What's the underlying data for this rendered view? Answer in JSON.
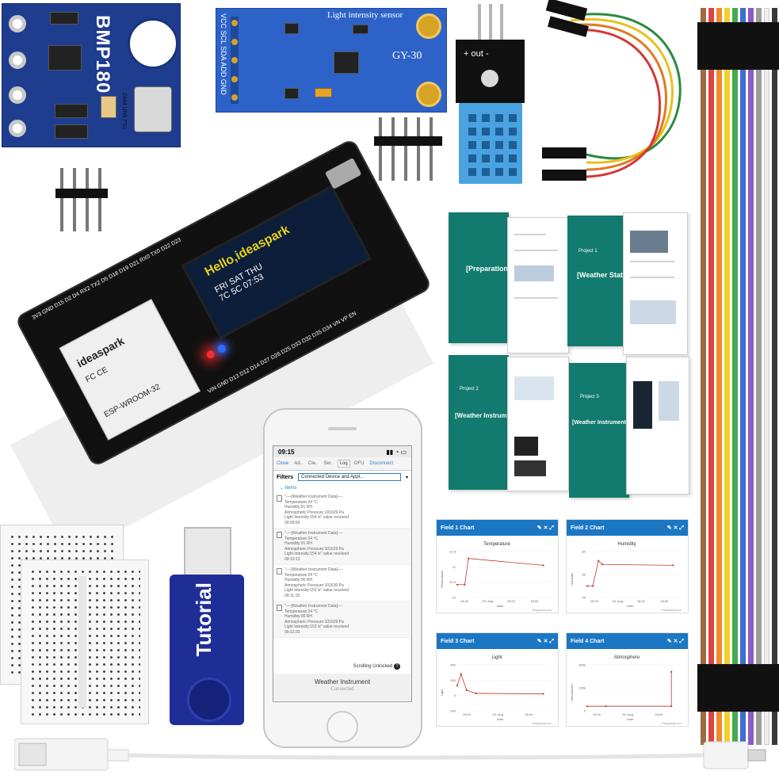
{
  "bmp180": {
    "label": "BMP180",
    "chip_text": "2944 UN9 PS1"
  },
  "gy30": {
    "title": "Light intensity sensor",
    "model": "GY-30",
    "pins": "VCC SCL SDA ADD GND"
  },
  "dht": {
    "label": "+ out -"
  },
  "esp32": {
    "oled_text": "Hello,ideaspark",
    "oled_weather": [
      "FRI",
      "SAT",
      "THU",
      "7C",
      "5C",
      "07:53"
    ],
    "module_brand": "ideaspark",
    "module_marks": "FC CE",
    "module_model": "ESP-WROOM-32",
    "pin_labels_top": "3V3 GND D15 D2 D4 RX2 TX2 D5 D18 D19 D21 RX0 TX0 D22 D23",
    "pin_labels_bottom": "VIN GND D13 D12 D14 D27 D26 D25 D33 D32 D35 D34 VN VP EN"
  },
  "booklets": [
    {
      "title": "[Preparation]"
    },
    {
      "title": "[Weather Station]",
      "tag": "Project 1"
    },
    {
      "title": "[Weather Instrument]",
      "tag": "Project 2"
    },
    {
      "title": "[Weather Instrument BLE]",
      "tag": "Project 3"
    }
  ],
  "usb": {
    "label": "Tutorial"
  },
  "phone": {
    "time": "09:15",
    "tabs": [
      "Close",
      "Ad..",
      "Cle..",
      "Ser..",
      "Log",
      "OFU",
      "Disconnect"
    ],
    "filters_label": "Filters",
    "filters_value": "Connected Device and Appl...",
    "items_label": "Items",
    "entries": [
      {
        "lines": [
          "\"----[Weather Instrument Data]----",
          "Temperature:24 °C",
          "Humidity:91 RH",
          "Atmospheric Pressure:101629 Pa",
          "Light Intensity:154 lx\" value received",
          "09:09:50"
        ]
      },
      {
        "lines": [
          "\"----[Weather Instrument Data]----",
          "Temperature:24 °C",
          "Humidity:91 RH",
          "Atmospheric Pressure:101629 Pa",
          "Light Intensity:154 lx\" value received",
          "09:10:13"
        ]
      },
      {
        "lines": [
          "\"----[Weather Instrument Data]----",
          "Temperature:24 °C",
          "Humidity:90 RH",
          "Atmospheric Pressure:101630 Pa",
          "Light Intensity:153 lx\" value received",
          "09:11:18"
        ]
      },
      {
        "lines": [
          "\"----[Weather Instrument Data]----",
          "Temperature:24 °C",
          "Humidity:90 RH",
          "Atmospheric Pressure:101629 Pa",
          "Light Intensity:153 lx\" value received",
          "09:12:20"
        ]
      }
    ],
    "scrolling": "Scrolling Unlocked",
    "app_title": "Weather Instrument",
    "app_status": "Connected"
  },
  "charts": [
    {
      "header": "Field 1 Chart",
      "title": "Temperature",
      "ylabel": "Temperature",
      "xlabel": "Date",
      "footer": "Thingspeak.com",
      "yticks": [
        "21.5",
        "21",
        "20.5",
        "20"
      ],
      "xticks": [
        "19:30",
        "20. Aug",
        "19:00",
        "18:00"
      ]
    },
    {
      "header": "Field 2 Chart",
      "title": "Humidity",
      "ylabel": "Humidity",
      "xlabel": "Date",
      "footer": "Thingspeak.com",
      "yticks": [
        "80",
        "60",
        "40"
      ],
      "xticks": [
        "19:00",
        "20. Aug",
        "18:00",
        "18:00"
      ]
    },
    {
      "header": "Field 3 Chart",
      "title": "Light",
      "ylabel": "Light",
      "xlabel": "Date",
      "footer": "Thingspeak.com",
      "yticks": [
        "400",
        "200",
        "0",
        "-200"
      ],
      "xticks": [
        "19:00",
        "20. Aug",
        "18:00"
      ]
    },
    {
      "header": "Field 4 Chart",
      "title": "Atmosphere",
      "ylabel": "Atmosphere",
      "xlabel": "Date",
      "footer": "Thingspeak.com",
      "yticks": [
        "200k",
        "100k",
        "0"
      ],
      "xticks": [
        "19:00",
        "20. Aug",
        "18:00"
      ]
    }
  ],
  "colors": {
    "pcb_blue": "#1f3d8f",
    "gy_blue": "#2d63c9",
    "teal": "#127a6e",
    "chart_header": "#1b77c4",
    "usb_blue": "#1f2e97"
  }
}
